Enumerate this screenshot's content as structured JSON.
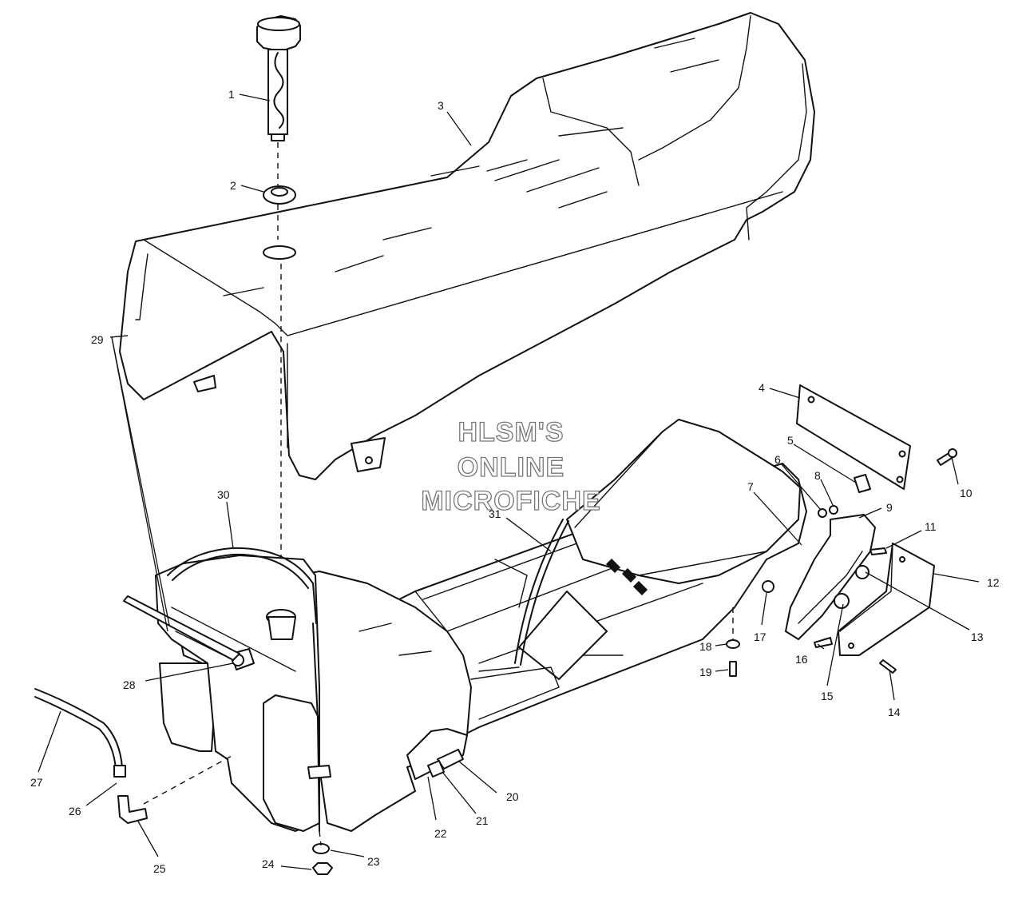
{
  "watermark": {
    "line1": "HLSM'S",
    "line2": "ONLINE",
    "line3": "MICROFICHE"
  },
  "callouts": {
    "c1": "1",
    "c2": "2",
    "c3": "3",
    "c4": "4",
    "c5": "5",
    "c6": "6",
    "c7": "7",
    "c8": "8",
    "c9": "9",
    "c10": "10",
    "c11": "11",
    "c12": "12",
    "c13": "13",
    "c14": "14",
    "c15": "15",
    "c16": "16",
    "c17": "17",
    "c18": "18",
    "c19": "19",
    "c20": "20",
    "c21": "21",
    "c22": "22",
    "c23": "23",
    "c24": "24",
    "c25": "25",
    "c26": "26",
    "c27": "27",
    "c28": "28",
    "c29": "29",
    "c30": "30",
    "c31": "31"
  }
}
